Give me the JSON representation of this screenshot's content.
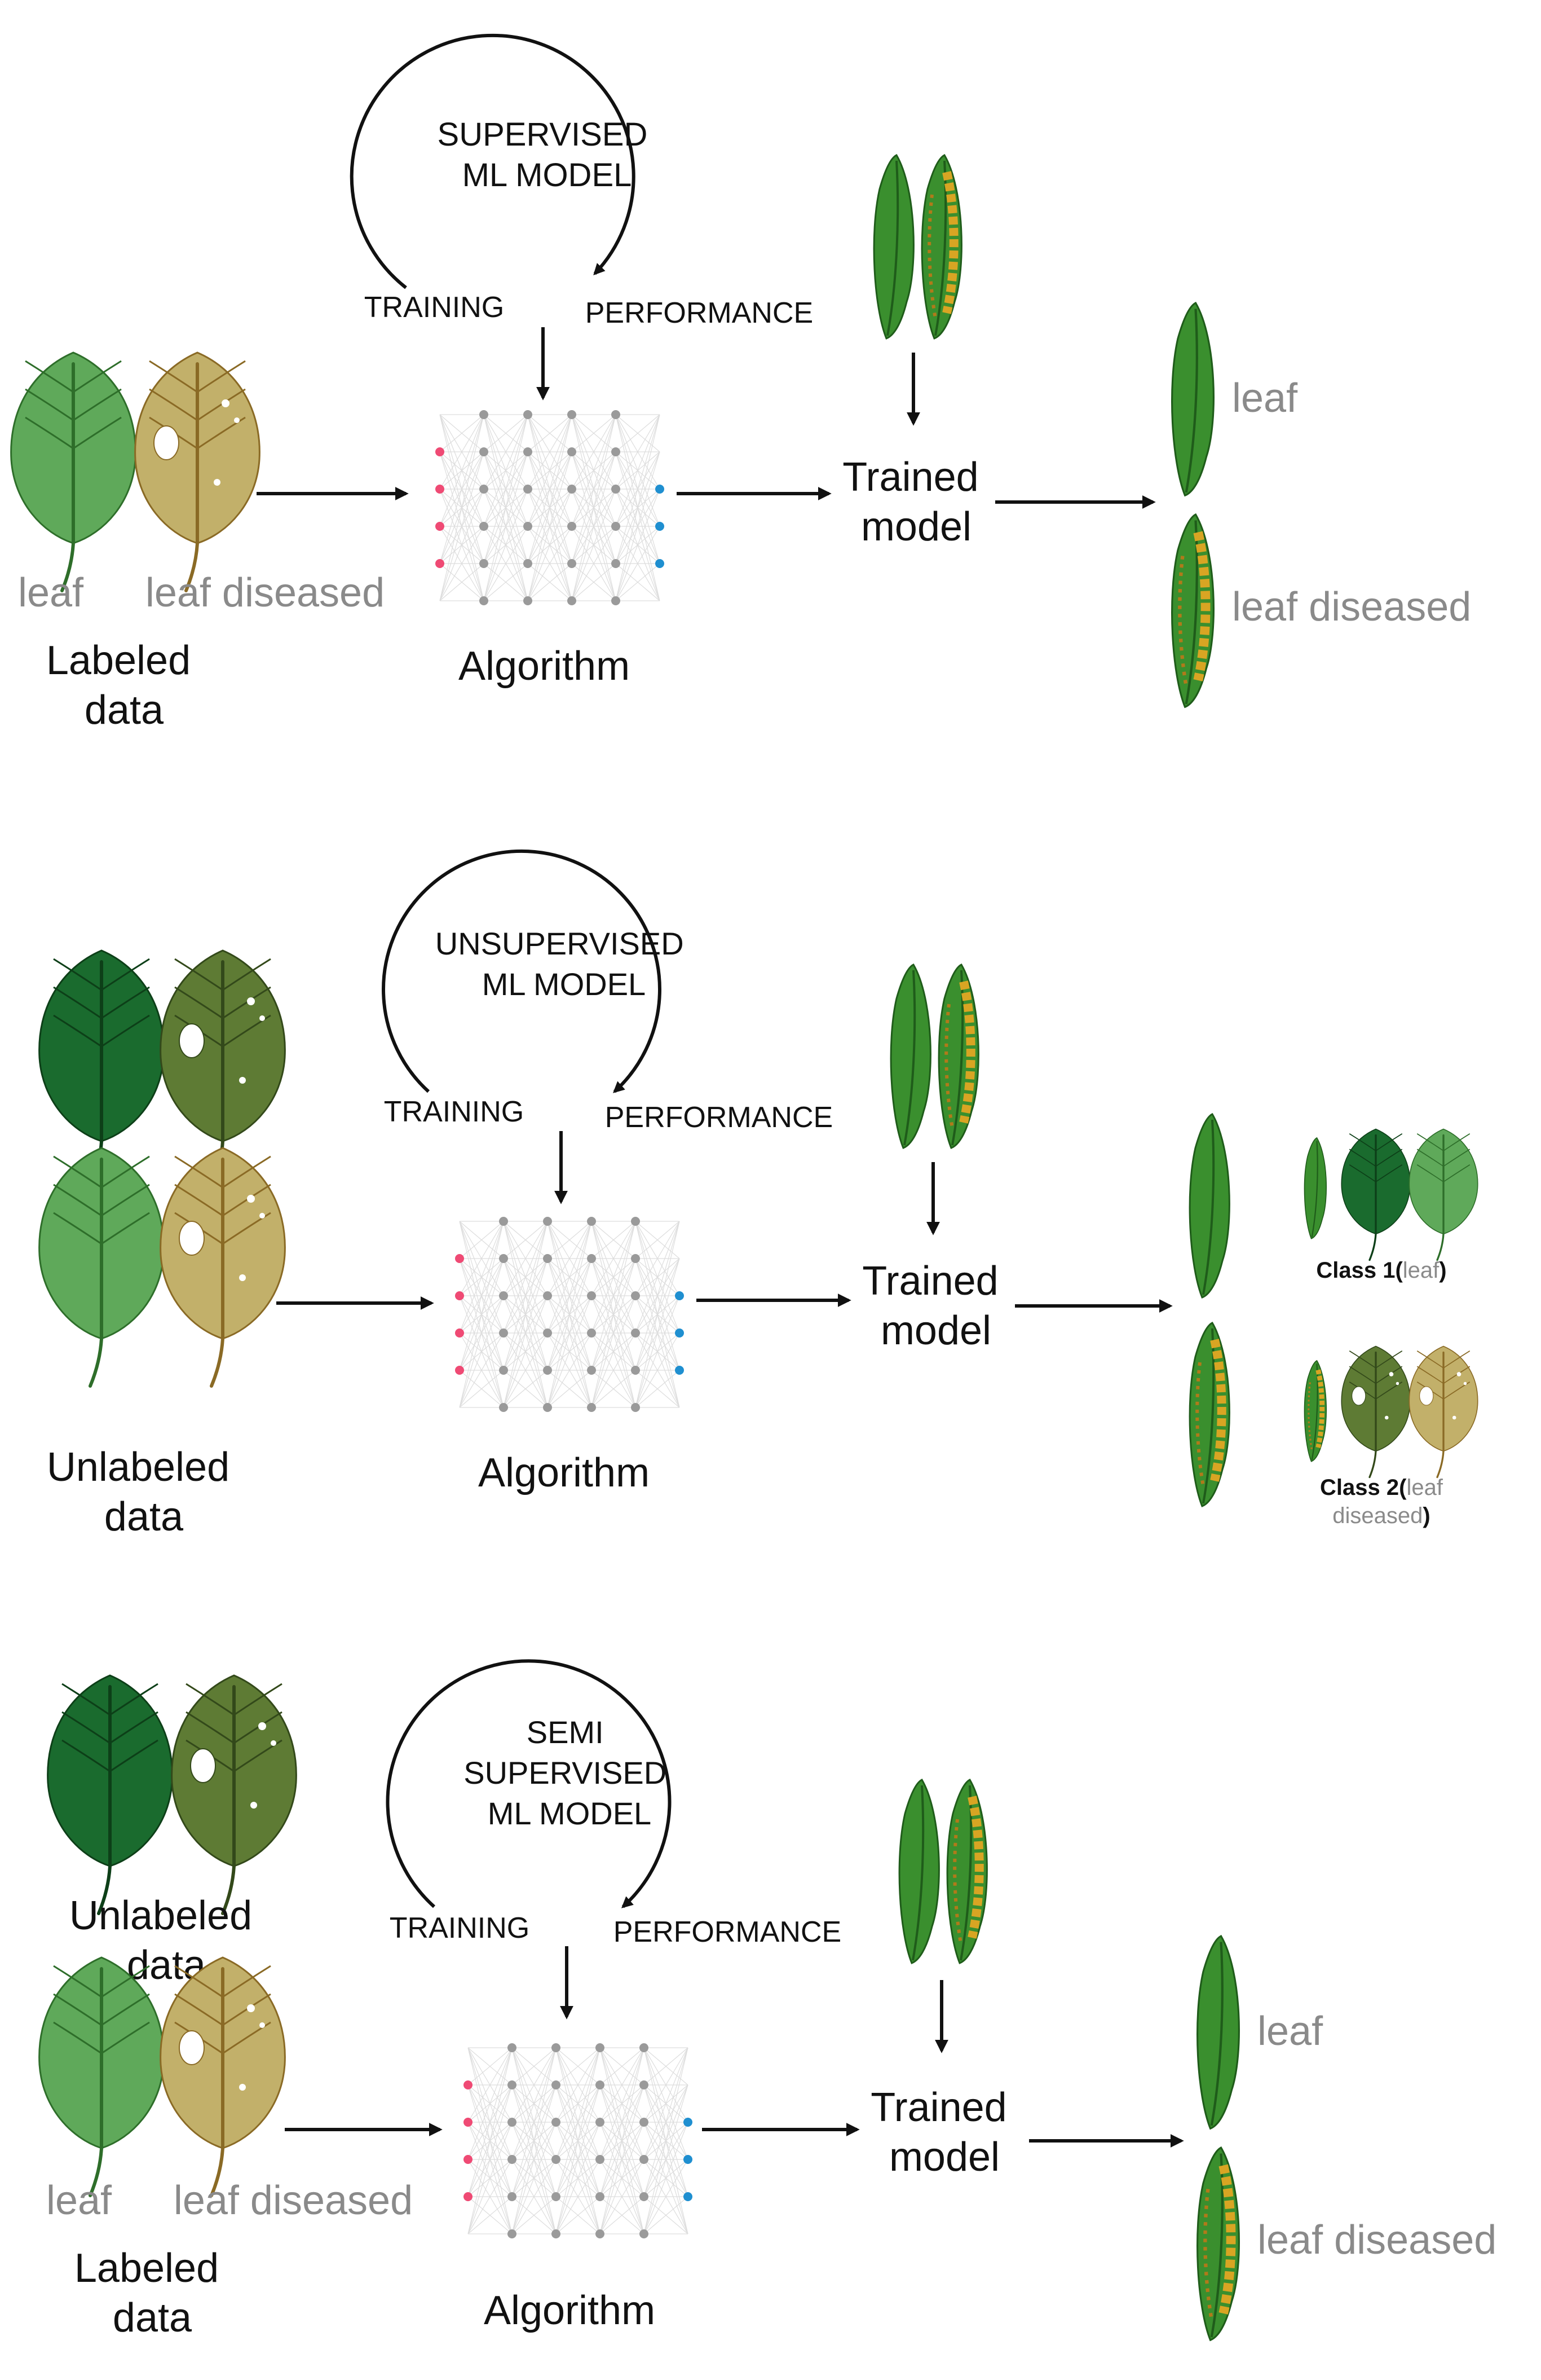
{
  "colors": {
    "gray_label": "#8a8a8a",
    "text": "#111111",
    "leaf_green": "#5fa95a",
    "leaf_green_dark": "#1a6b2e",
    "leaf_olive": "#5e7b34",
    "leaf_tan": "#c2b06a",
    "slim_leaf": "#3a8f2e",
    "disease_yellow": "#d8a523",
    "node_gray": "#9a9a9a",
    "node_pink": "#ef4a74",
    "node_blue": "#1f8fd0"
  },
  "panels": [
    {
      "model_label": [
        "SUPERVISED",
        "ML MODEL"
      ],
      "training_label": "TRAINING",
      "performance_label": "PERFORMANCE",
      "input_leaf_labels": [
        "leaf",
        "leaf diseased"
      ],
      "input_title": [
        "Labeled",
        "data"
      ],
      "algorithm_label": "Algorithm",
      "trained_label": [
        "Trained",
        "model"
      ],
      "output_labels": [
        "leaf",
        "leaf diseased"
      ]
    },
    {
      "model_label": [
        "UNSUPERVISED",
        "ML MODEL"
      ],
      "training_label": "TRAINING",
      "performance_label": "PERFORMANCE",
      "input_title": [
        "Unlabeled",
        "data"
      ],
      "algorithm_label": "Algorithm",
      "trained_label": [
        "Trained",
        "model"
      ],
      "class1": {
        "prefix": "Class 1(",
        "gray": "leaf",
        "suffix": ")"
      },
      "class2": {
        "prefix": "Class 2(",
        "gray": "leaf",
        "line2_gray": "diseased",
        "line2_suffix": ")"
      }
    },
    {
      "model_label": [
        "SEMI",
        "SUPERVISED",
        "ML MODEL"
      ],
      "training_label": "TRAINING",
      "performance_label": "PERFORMANCE",
      "unlabeled_title": [
        "Unlabeled",
        "data"
      ],
      "input_leaf_labels": [
        "leaf",
        "leaf diseased"
      ],
      "labeled_title": [
        "Labeled",
        "data"
      ],
      "algorithm_label": "Algorithm",
      "trained_label": [
        "Trained",
        "model"
      ],
      "output_labels": [
        "leaf",
        "leaf diseased"
      ]
    }
  ]
}
